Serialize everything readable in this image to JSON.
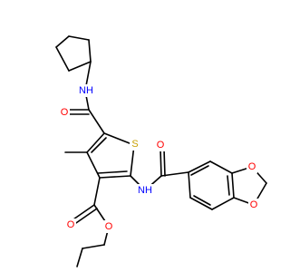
{
  "atoms": {
    "nh_amide": "NH",
    "nh_amine": "NH",
    "o_amide1": "O",
    "o_amide2": "O",
    "s_ring": "S",
    "o_ester_carbonyl": "O",
    "o_ester_single": "O",
    "o_dioxole1": "O",
    "o_dioxole2": "O"
  },
  "colors": {
    "bond": "#000000",
    "nitrogen": "#0000ff",
    "oxygen": "#ff0000",
    "sulfur": "#c8a000"
  }
}
